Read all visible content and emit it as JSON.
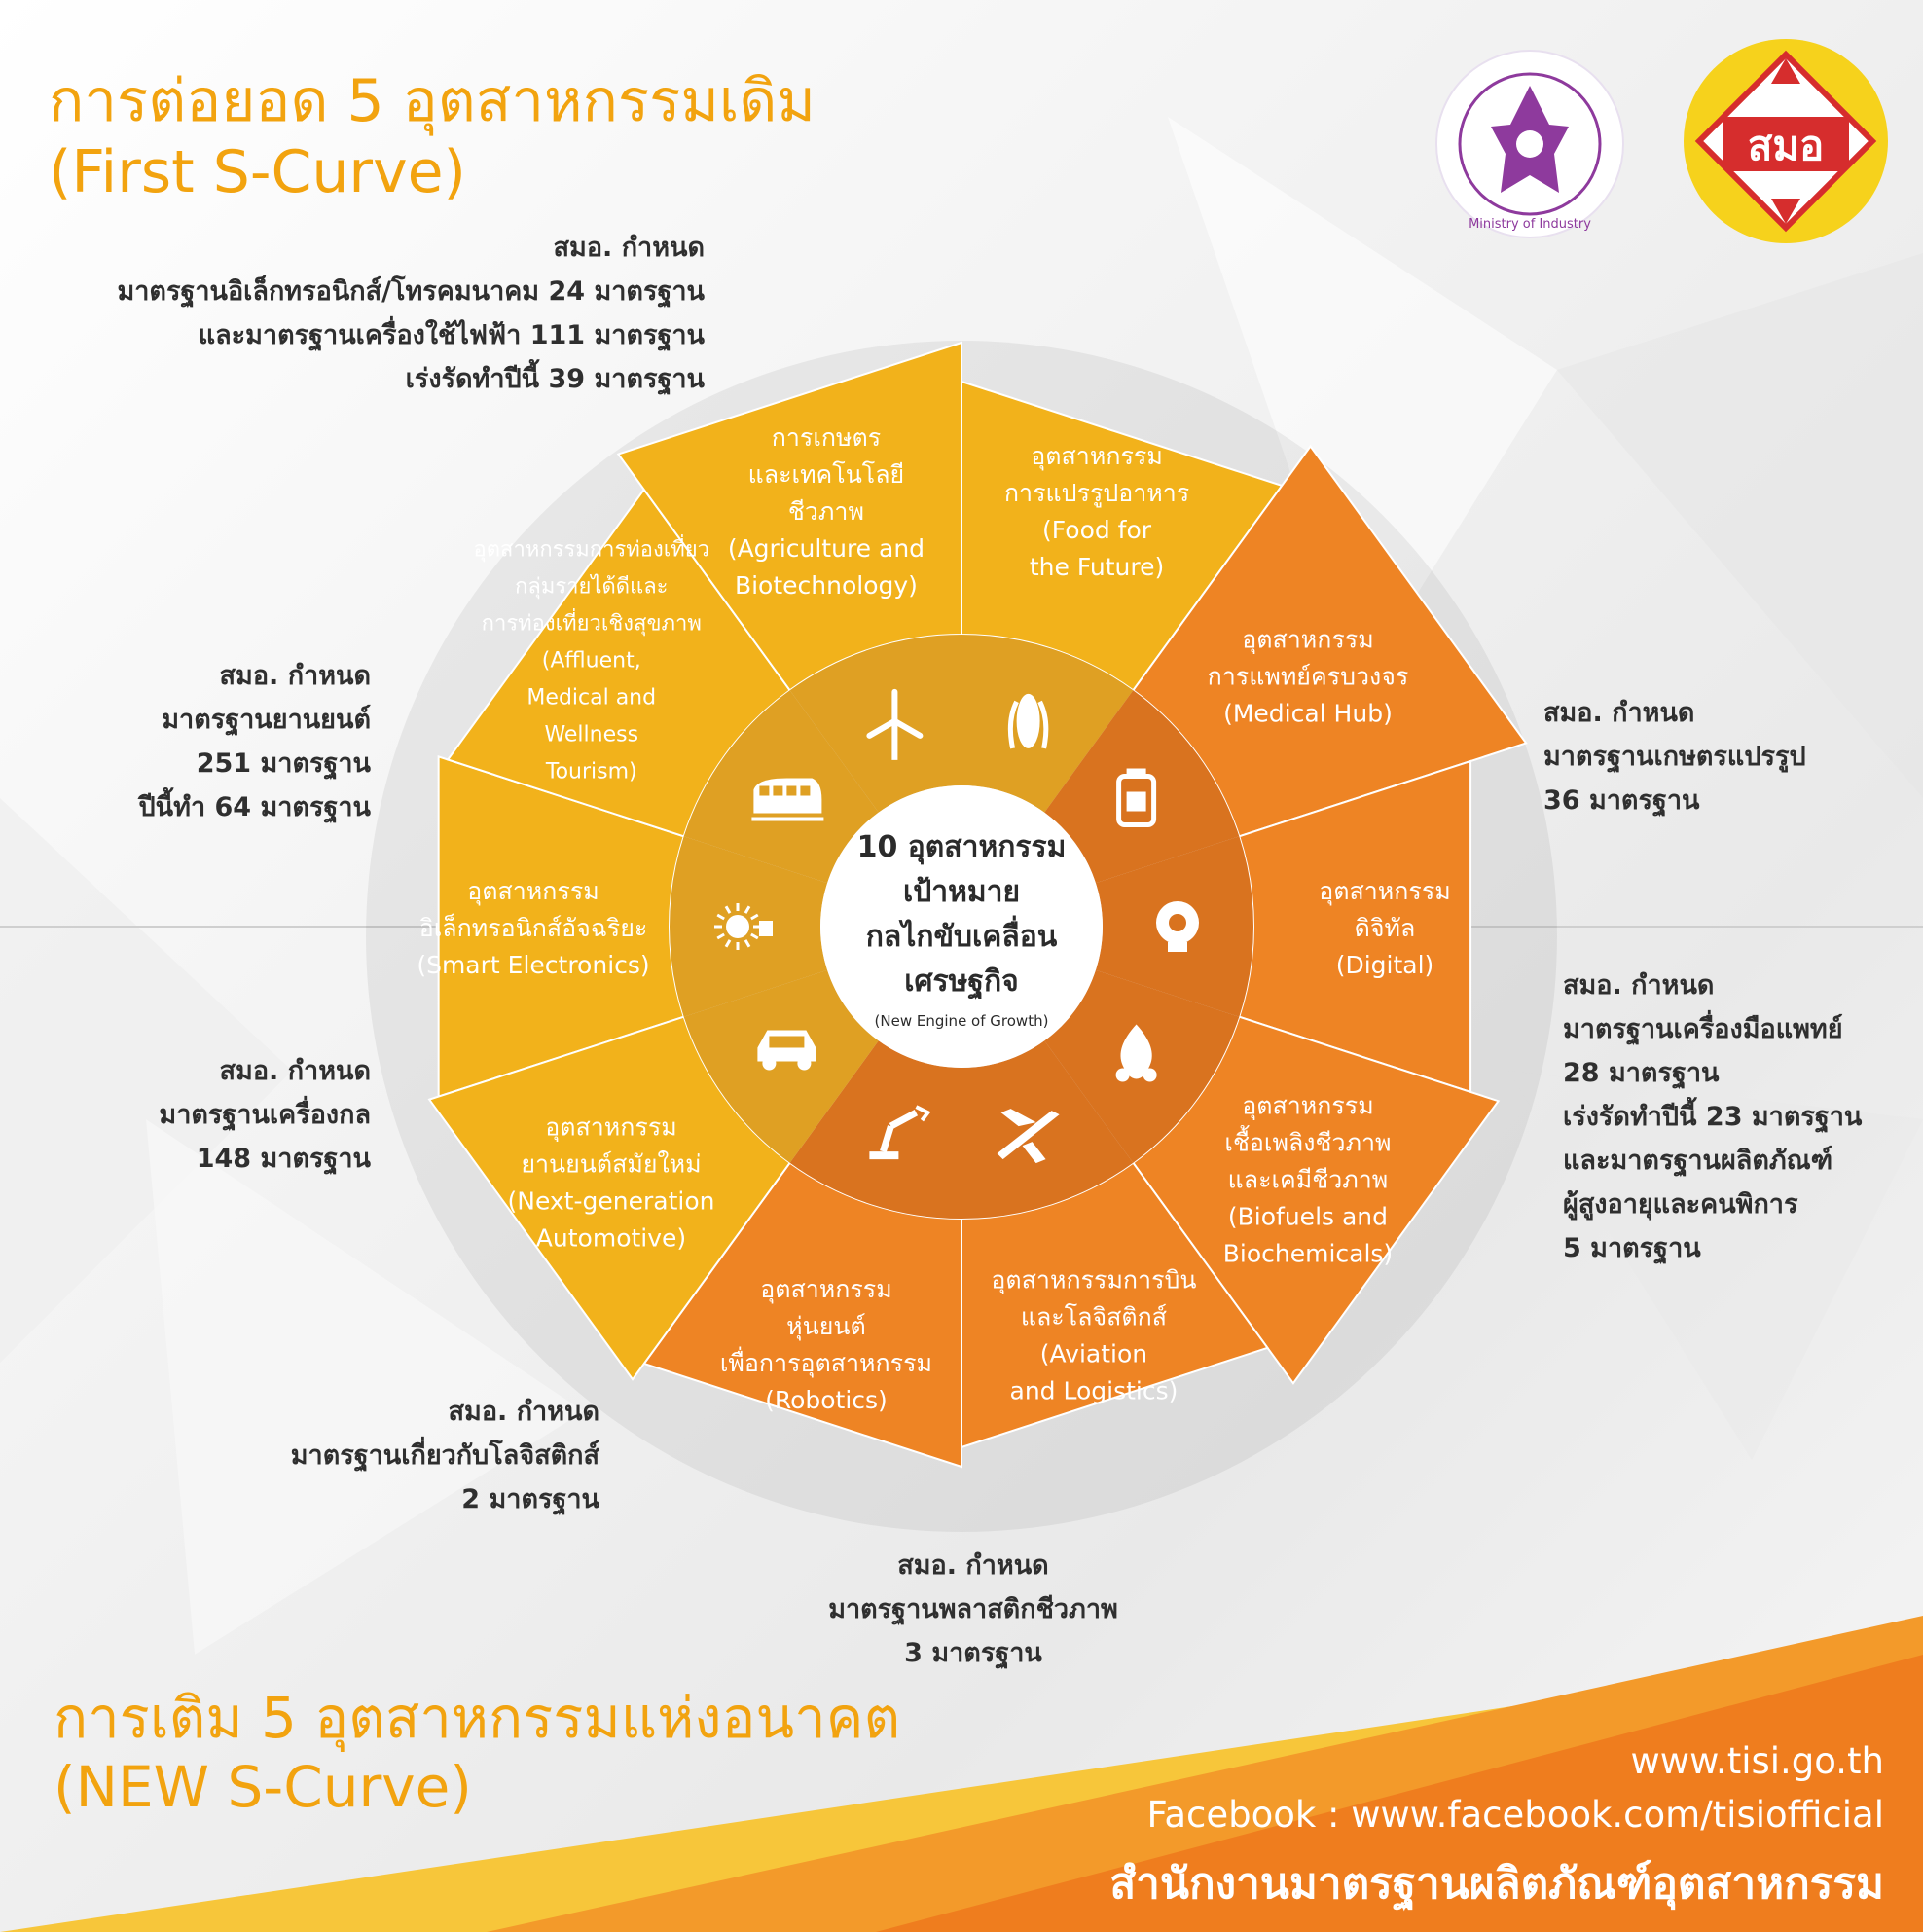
{
  "header": {
    "title_line1": "การต่อยอด 5 อุตสาหกรรมเดิม",
    "title_line2": "(First S-Curve)"
  },
  "bottom_heading": {
    "line1": "การเติม 5 อุตสาหกรรมแห่งอนาคต",
    "line2": "(NEW S-Curve)"
  },
  "logos": {
    "ministry_caption": "Ministry of Industry",
    "tisi_text": "สมอ"
  },
  "center": {
    "line1": "10 อุตสาหกรรม",
    "line2": "เป้าหมาย",
    "line3": "กลไกขับเคลื่อน",
    "line4": "เศรษฐกิจ",
    "sub": "(New Engine of Growth)"
  },
  "colors": {
    "first_curve": "#f2b21b",
    "new_curve": "#ee8424",
    "inner_first": "#dfa023",
    "inner_new": "#d9731f",
    "heading": "#f2a30f"
  },
  "segments": [
    {
      "id": "smart-electronics",
      "curve": "first",
      "lines": [
        "อุตสาหกรรม",
        "อิเล็กทรอนิกส์อัจฉริยะ",
        "(Smart Electronics)"
      ],
      "icon": "sun-plug-icon"
    },
    {
      "id": "tourism",
      "curve": "first",
      "lines": [
        "อุตสาหกรรมการท่องเที่ยว",
        "กลุ่มรายได้ดีและ",
        "การท่องเที่ยวเชิงสุขภาพ",
        "(Affluent,",
        "Medical and",
        "Wellness",
        "Tourism)"
      ],
      "icon": "train-icon"
    },
    {
      "id": "agriculture",
      "curve": "first",
      "lines": [
        "การเกษตร",
        "และเทคโนโลยี",
        "ชีวภาพ",
        "(Agriculture and",
        "Biotechnology)"
      ],
      "icon": "wind-turbine-icon"
    },
    {
      "id": "food",
      "curve": "first",
      "lines": [
        "อุตสาหกรรม",
        "การแปรรูปอาหาร",
        "(Food for",
        "the Future)"
      ],
      "icon": "corn-icon"
    },
    {
      "id": "medical-hub",
      "curve": "new",
      "lines": [
        "อุตสาหกรรม",
        "การแพทย์ครบวงจร",
        "(Medical Hub)"
      ],
      "icon": "medicine-bottle-icon"
    },
    {
      "id": "digital",
      "curve": "new",
      "lines": [
        "อุตสาหกรรม",
        "ดิจิทัล",
        "(Digital)"
      ],
      "icon": "lightbulb-icon"
    },
    {
      "id": "biofuels",
      "curve": "new",
      "lines": [
        "อุตสาหกรรม",
        "เชื้อเพลิงชีวภาพ",
        "และเคมีชีวภาพ",
        "(Biofuels and",
        "Biochemicals)"
      ],
      "icon": "flame-icon"
    },
    {
      "id": "aviation",
      "curve": "new",
      "lines": [
        "อุตสาหกรรมการบิน",
        "และโลจิสติกส์",
        "(Aviation",
        "and Logistics)"
      ],
      "icon": "airplane-icon"
    },
    {
      "id": "robotics",
      "curve": "new",
      "lines": [
        "อุตสาหกรรม",
        "หุ่นยนต์",
        "เพื่อการอุตสาหกรรม",
        "(Robotics)"
      ],
      "icon": "robot-arm-icon"
    },
    {
      "id": "automotive",
      "curve": "first",
      "lines": [
        "อุตสาหกรรม",
        "ยานยนต์สมัยใหม่",
        "(Next-generation",
        "Automotive)"
      ],
      "icon": "car-icon"
    }
  ],
  "annotations": {
    "electronics": [
      "สมอ. กำหนด",
      "มาตรฐานอิเล็กทรอนิกส์/โทรคมนาคม 24 มาตรฐาน",
      "และมาตรฐานเครื่องใช้ไฟฟ้า 111 มาตรฐาน",
      "เร่งรัดทำปีนี้ 39 มาตรฐาน"
    ],
    "automotive": [
      "สมอ. กำหนด",
      "มาตรฐานยานยนต์",
      "251 มาตรฐาน",
      "ปีนี้ทำ 64 มาตรฐาน"
    ],
    "food": [
      "สมอ. กำหนด",
      "มาตรฐานเกษตรแปรรูป",
      "36 มาตรฐาน"
    ],
    "medical": [
      "สมอ. กำหนด",
      "มาตรฐานเครื่องมือแพทย์",
      "28 มาตรฐาน",
      "เร่งรัดทำปีนี้ 23 มาตรฐาน",
      "และมาตรฐานผลิตภัณฑ์",
      "ผู้สูงอายุและคนพิการ",
      "5 มาตรฐาน"
    ],
    "robotics": [
      "สมอ. กำหนด",
      "มาตรฐานเครื่องกล",
      "148 มาตรฐาน"
    ],
    "logistics": [
      "สมอ. กำหนด",
      "มาตรฐานเกี่ยวกับโลจิสติกส์",
      "2 มาตรฐาน"
    ],
    "bioplastics": [
      "สมอ. กำหนด",
      "มาตรฐานพลาสติกชีวภาพ",
      "3 มาตรฐาน"
    ]
  },
  "footer": {
    "website": "www.tisi.go.th",
    "facebook": "Facebook : www.facebook.com/tisiofficial",
    "org_name": "สำนักงานมาตรฐานผลิตภัณฑ์อุตสาหกรรม"
  }
}
